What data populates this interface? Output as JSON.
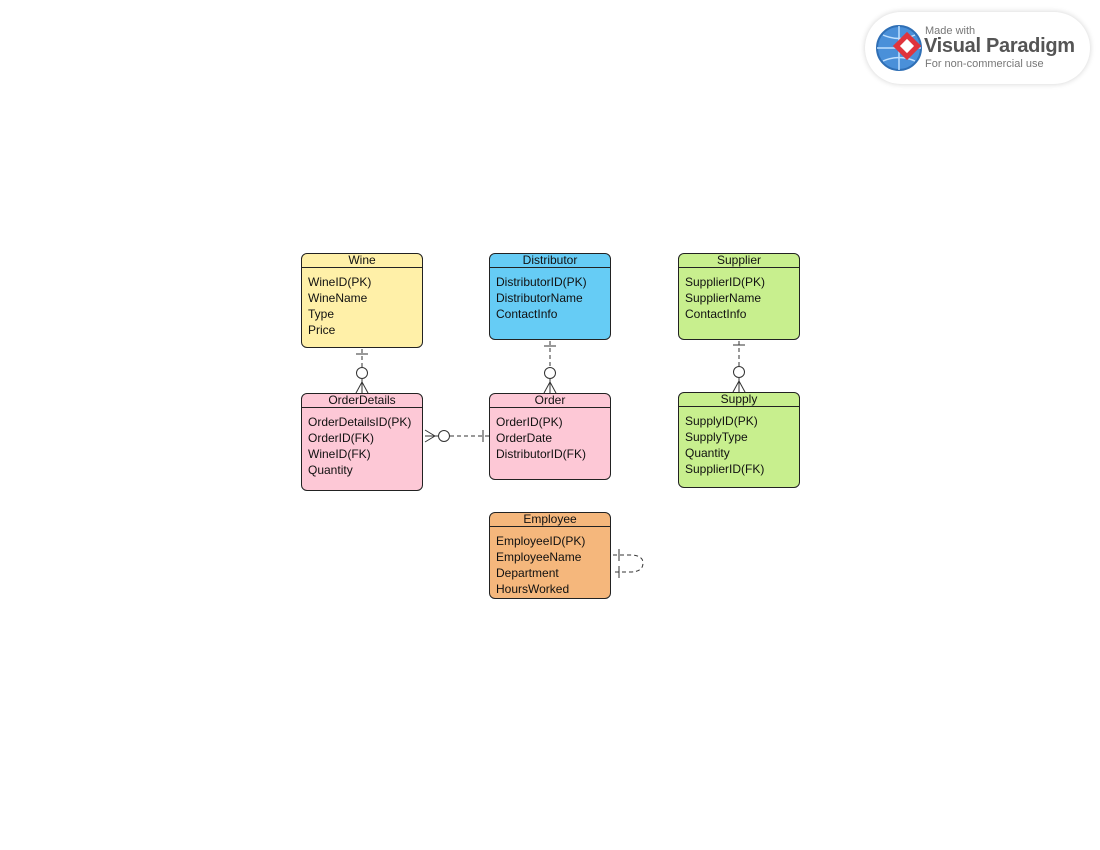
{
  "colors": {
    "wine": "#fff0a8",
    "distributor": "#66ccf5",
    "supplier": "#c8ef8e",
    "orderdetails": "#fdc8d6",
    "order": "#fdc8d6",
    "supply": "#c8ef8e",
    "employee": "#f5b77c"
  },
  "entities": {
    "wine": {
      "name": "Wine",
      "attributes": [
        "WineID(PK)",
        "WineName",
        "Type",
        "Price"
      ]
    },
    "distributor": {
      "name": "Distributor",
      "attributes": [
        "DistributorID(PK)",
        "DistributorName",
        "ContactInfo"
      ]
    },
    "supplier": {
      "name": "Supplier",
      "attributes": [
        "SupplierID(PK)",
        "SupplierName",
        "ContactInfo"
      ]
    },
    "orderdetails": {
      "name": "OrderDetails",
      "attributes": [
        "OrderDetailsID(PK)",
        "OrderID(FK)",
        "WineID(FK)",
        "Quantity"
      ]
    },
    "order": {
      "name": "Order",
      "attributes": [
        "OrderID(PK)",
        "OrderDate",
        "DistributorID(FK)"
      ]
    },
    "supply": {
      "name": "Supply",
      "attributes": [
        "SupplyID(PK)",
        "SupplyType",
        "Quantity",
        "SupplierID(FK)"
      ]
    },
    "employee": {
      "name": "Employee",
      "attributes": [
        "EmployeeID(PK)",
        "EmployeeName",
        "Department",
        "HoursWorked"
      ]
    }
  },
  "relationships": [
    {
      "from": "wine",
      "to": "orderdetails",
      "from_card": "one",
      "to_card": "zero-or-many"
    },
    {
      "from": "distributor",
      "to": "order",
      "from_card": "one",
      "to_card": "zero-or-many"
    },
    {
      "from": "supplier",
      "to": "supply",
      "from_card": "one",
      "to_card": "zero-or-many"
    },
    {
      "from": "order",
      "to": "orderdetails",
      "from_card": "one",
      "to_card": "zero-or-many"
    },
    {
      "from": "employee",
      "to": "employee",
      "from_card": "one",
      "to_card": "one"
    }
  ],
  "watermark": {
    "made_with": "Made with",
    "brand": "Visual Paradigm",
    "subtitle": "For non-commercial use",
    "icon": "visual-paradigm-logo-icon"
  }
}
